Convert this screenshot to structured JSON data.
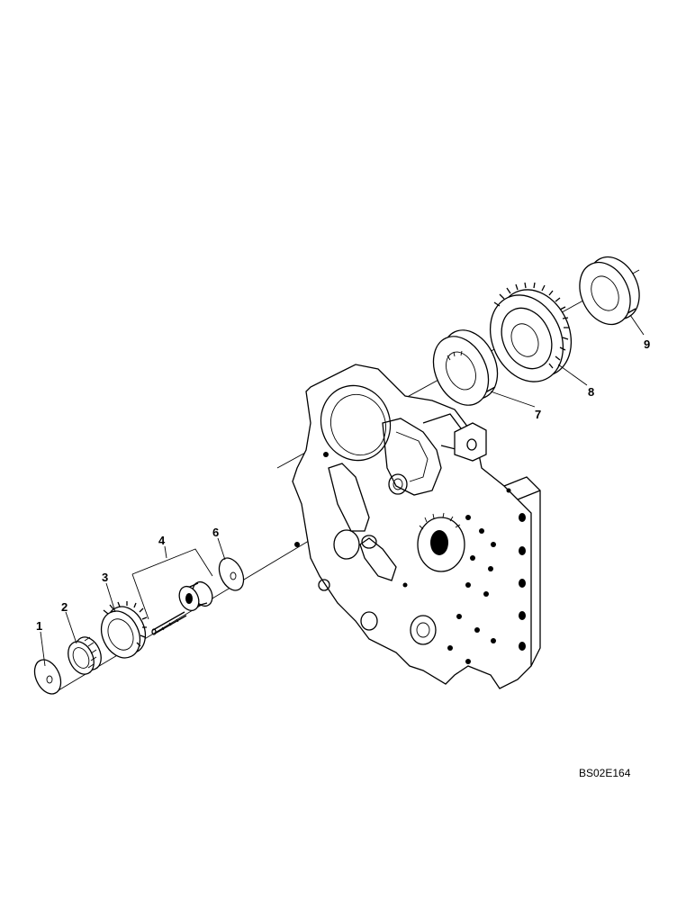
{
  "figure_code": "BS02E164",
  "callouts": [
    {
      "id": "1",
      "label": "1"
    },
    {
      "id": "2",
      "label": "2"
    },
    {
      "id": "3",
      "label": "3"
    },
    {
      "id": "4",
      "label": "4"
    },
    {
      "id": "5",
      "label": "6"
    },
    {
      "id": "6",
      "label": "7"
    },
    {
      "id": "7",
      "label": "8"
    },
    {
      "id": "8",
      "label": "9"
    }
  ],
  "colors": {
    "ink": "#000000",
    "paper": "#ffffff"
  }
}
